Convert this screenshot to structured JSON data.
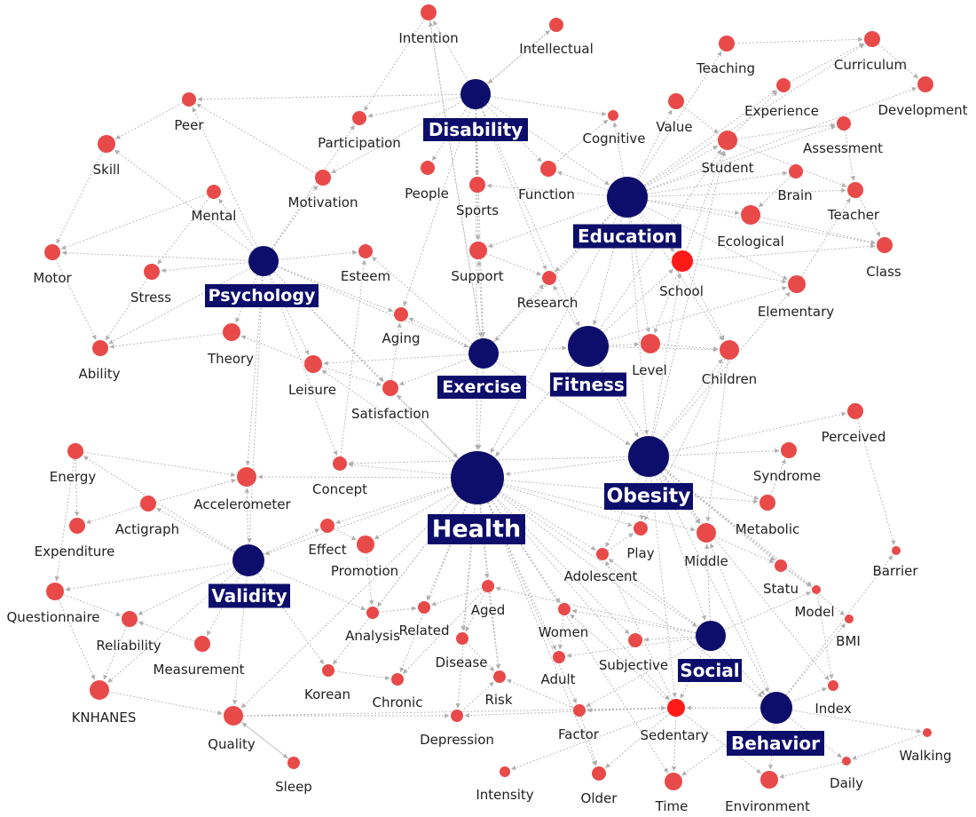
{
  "diagram": {
    "type": "keyword co-occurrence network",
    "colors": {
      "hub_node": "#0d0d6b",
      "hub_label_bg": "#0d0d6b",
      "hub_label_text": "#ffffff",
      "keyword_node": "#e84a4a",
      "highlight_node": "#ff1a1a",
      "edge": "#b5b5b5",
      "label_text": "#222222"
    },
    "hubs": [
      "Disability",
      "Education",
      "Psychology",
      "Exercise",
      "Fitness",
      "Obesity",
      "Health",
      "Validity",
      "Social",
      "Behavior"
    ],
    "keywords": [
      "Intention",
      "Intellectual",
      "Teaching",
      "Curriculum",
      "Peer",
      "Participation",
      "Cognitive",
      "Value",
      "Experience",
      "Development",
      "Skill",
      "Student",
      "Assessment",
      "People",
      "Function",
      "Brain",
      "Mental",
      "Motivation",
      "Sports",
      "Teacher",
      "Ecological",
      "Motor",
      "Stress",
      "Esteem",
      "Support",
      "School",
      "Class",
      "Research",
      "Elementary",
      "Aging",
      "Ability",
      "Theory",
      "Level",
      "Children",
      "Leisure",
      "Satisfaction",
      "Perceived",
      "Energy",
      "Concept",
      "Accelerometer",
      "Syndrome",
      "Actigraph",
      "Expenditure",
      "Effect",
      "Promotion",
      "Metabolic",
      "Play",
      "Middle",
      "Adolescent",
      "Barrier",
      "Questionnaire",
      "Statu",
      "Model",
      "Aged",
      "Reliability",
      "Related",
      "Analysis",
      "Women",
      "Measurement",
      "BMI",
      "Disease",
      "Subjective",
      "Korean",
      "Adult",
      "Chronic",
      "Risk",
      "Index",
      "KNHANES",
      "Depression",
      "Factor",
      "Sedentary",
      "Quality",
      "Walking",
      "Sleep",
      "Daily",
      "Intensity",
      "Older",
      "Time",
      "Environment"
    ]
  }
}
